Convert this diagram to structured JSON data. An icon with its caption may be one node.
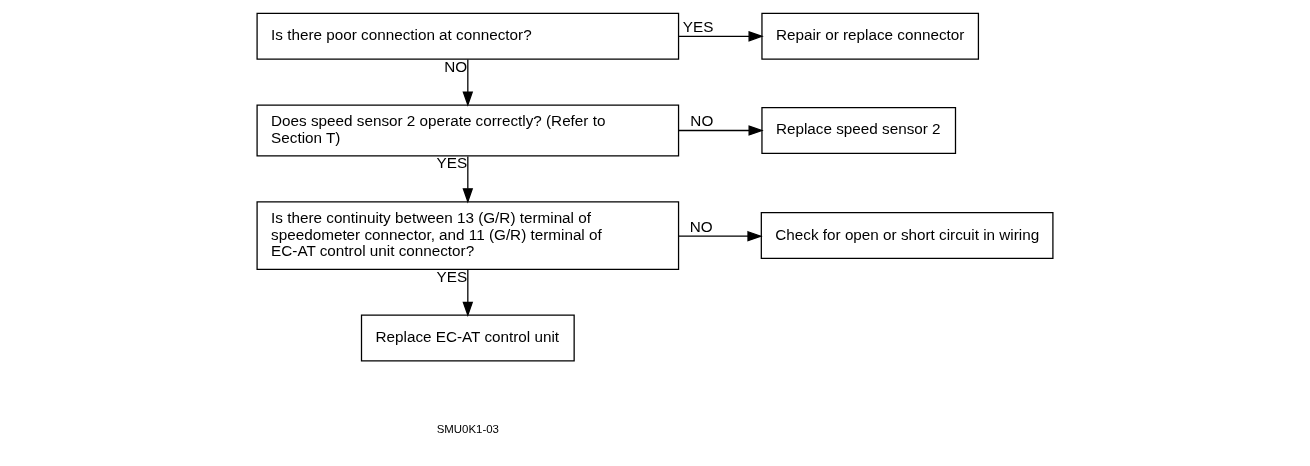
{
  "diagram": {
    "nodes": [
      {
        "text": [
          "Is there poor connection at connector?"
        ]
      },
      {
        "text": [
          "Repair or replace connector"
        ]
      },
      {
        "text": [
          "Does speed sensor 2 operate correctly? (Refer to Section T)"
        ]
      },
      {
        "text": [
          "Replace speed sensor 2"
        ]
      },
      {
        "text": [
          "Is there continuity between 13 (G/R) terminal of speedometer connector, and 11 (G/R) terminal of EC-AT control unit connector?"
        ]
      },
      {
        "text": [
          "Check for open or short circuit in wiring"
        ]
      },
      {
        "text": [
          "Replace EC-AT control unit"
        ]
      }
    ],
    "edges": [
      {
        "from": 0,
        "to": 1,
        "arrow": "to",
        "label": "YES"
      },
      {
        "from": 0,
        "to": 2,
        "arrow": "to",
        "label": "NO"
      },
      {
        "from": 2,
        "to": 3,
        "arrow": "to",
        "label": "NO"
      },
      {
        "from": 2,
        "to": 4,
        "arrow": "to",
        "label": "YES"
      },
      {
        "from": 4,
        "to": 5,
        "arrow": "to",
        "label": "NO"
      },
      {
        "from": 4,
        "to": 6,
        "arrow": "to",
        "label": "YES"
      }
    ],
    "labels": [
      "SMU0K1-03"
    ]
  }
}
